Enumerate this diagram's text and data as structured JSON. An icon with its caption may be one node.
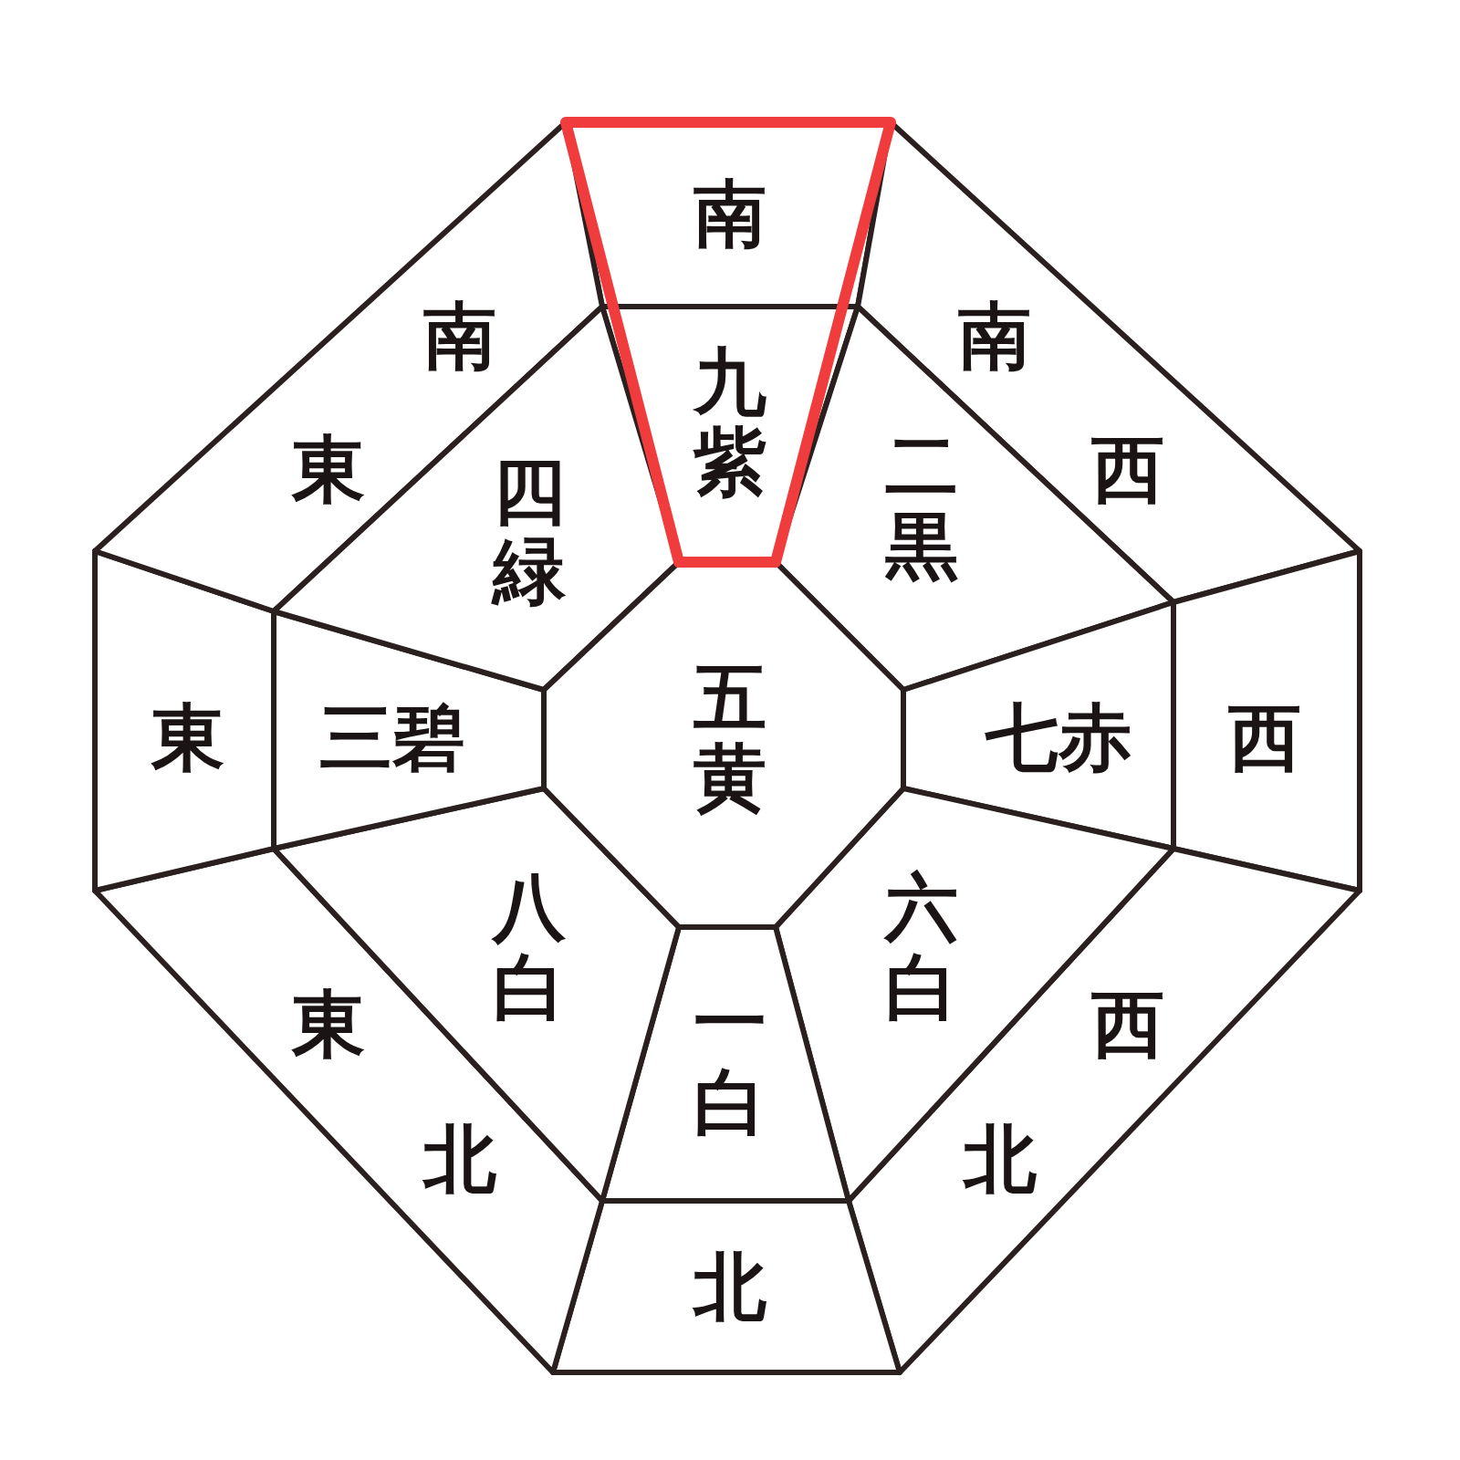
{
  "diagram": {
    "nodes": [
      {
        "text": [
          "南"
        ]
      },
      {
        "text": [
          "南",
          "西"
        ]
      },
      {
        "text": [
          "西"
        ]
      },
      {
        "text": [
          "西",
          "北"
        ]
      },
      {
        "text": [
          "北"
        ]
      },
      {
        "text": [
          "東",
          "北"
        ]
      },
      {
        "text": [
          "東"
        ]
      },
      {
        "text": [
          "南",
          "東"
        ]
      },
      {
        "text": [
          "九紫"
        ]
      },
      {
        "text": [
          "二黒"
        ]
      },
      {
        "text": [
          "七赤"
        ]
      },
      {
        "text": [
          "六白"
        ]
      },
      {
        "text": [
          "一白"
        ]
      },
      {
        "text": [
          "八白"
        ]
      },
      {
        "text": [
          "三碧"
        ]
      },
      {
        "text": [
          "四緑"
        ]
      },
      {
        "text": [
          "五黄"
        ]
      }
    ]
  }
}
